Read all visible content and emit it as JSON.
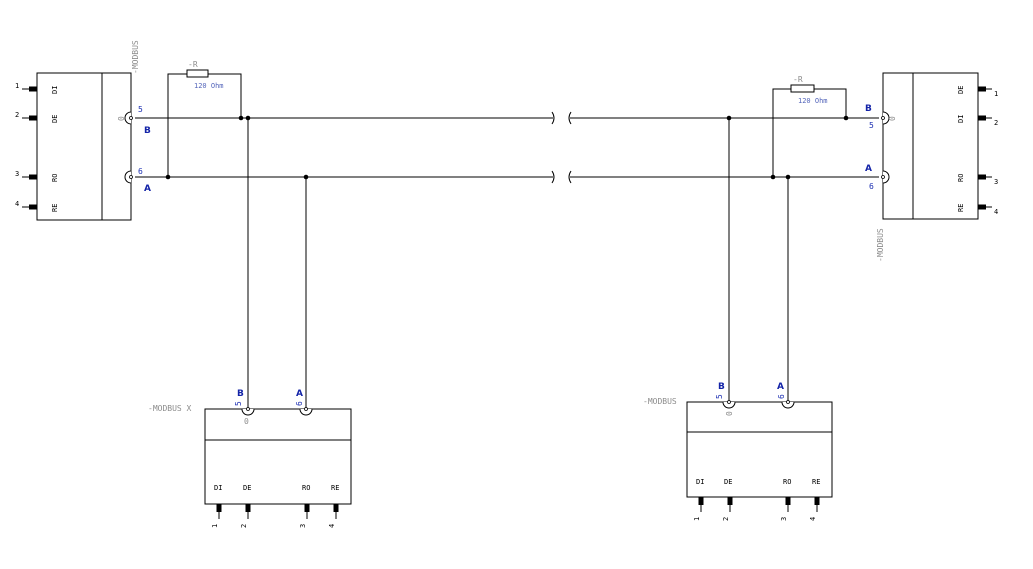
{
  "labels": {
    "modbus": "-MODBUS",
    "modbus_x": "-MODBUS X",
    "res_ref": "-R",
    "res_value": "120 Ohm",
    "sig_b": "B",
    "sig_a": "A",
    "term_b": "5",
    "term_a": "6",
    "shield": "0"
  },
  "pins": {
    "left": [
      "DI",
      "DE",
      "RO",
      "RE"
    ],
    "right": [
      "DE",
      "DI",
      "RO",
      "RE"
    ],
    "bottom": [
      "DI",
      "DE",
      "RO",
      "RE"
    ],
    "numbers": [
      "1",
      "2",
      "3",
      "4"
    ]
  }
}
